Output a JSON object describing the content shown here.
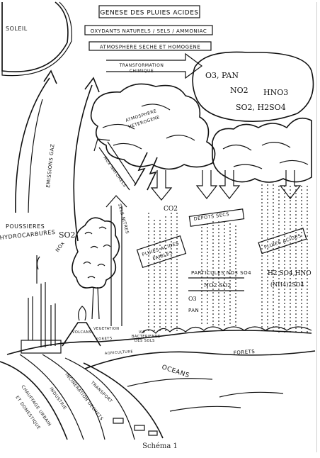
{
  "header": {
    "title": "GENESE DES PLUIES ACIDES",
    "subtitle": "OXYDANTS NATURELS / SELS / AMMONIAC",
    "subtitle2": "ATMOSPHERE SECHE ET HOMOGENE"
  },
  "sun": {
    "label": "SOLEIL"
  },
  "arrows": {
    "transformation": "TRANSFORMATION",
    "chimique": "CHIMIQUE",
    "emissions": "EMISSIONS GAZ",
    "nox_naturels": "NOx NATURELS",
    "sels_nitres": "SELS NITRES"
  },
  "cloud": {
    "o3pan": "O3, PAN",
    "no2": "NO2",
    "hno3": "HNO3",
    "so2h2so4": "SO2, H2SO4",
    "atmo_line1": "ATMOSPHERE",
    "atmo_line2": "HETEROGENE"
  },
  "deposits": {
    "co2": "CO2",
    "depots_secs": "DEPOTS SECS",
    "pluies_faibles_1": "PLUIES ACIDES",
    "pluies_faibles_2": "FAIBLES",
    "pluies_acides": "PLUIES ACIDES",
    "particules": "PARTICULES NO3 SO4",
    "no2so2": "NO2   SO2",
    "o3": "O3",
    "pan": "PAN",
    "h2so4hno": "H2 SO4,HNO",
    "nh4so4": "(NH4)2SO4"
  },
  "ground": {
    "poussieres": "POUSSIERES",
    "hydrocarbures": "HYDROCARBURES",
    "nox": "NOx",
    "so2": "SO2",
    "volcans": "VOLCANS",
    "vegetation": "VEGETATION",
    "forets": "FORETS",
    "vie_bact_1": "VIE",
    "vie_bact_2": "BACTERIENNE",
    "vie_bact_3": "DES SOLS",
    "agriculture": "AGRICULTURE",
    "forets2": "FORETS",
    "oceans": "OCEANS",
    "chauffage": "CHAUFFAGE URBAIN",
    "domestique": "ET DOMESTIQUE",
    "industrie": "INDUSTRIE",
    "incineration": "INCINERATION DECHETS",
    "transport": "TRANSPORT"
  },
  "footer": {
    "caption": "Schéma 1"
  }
}
